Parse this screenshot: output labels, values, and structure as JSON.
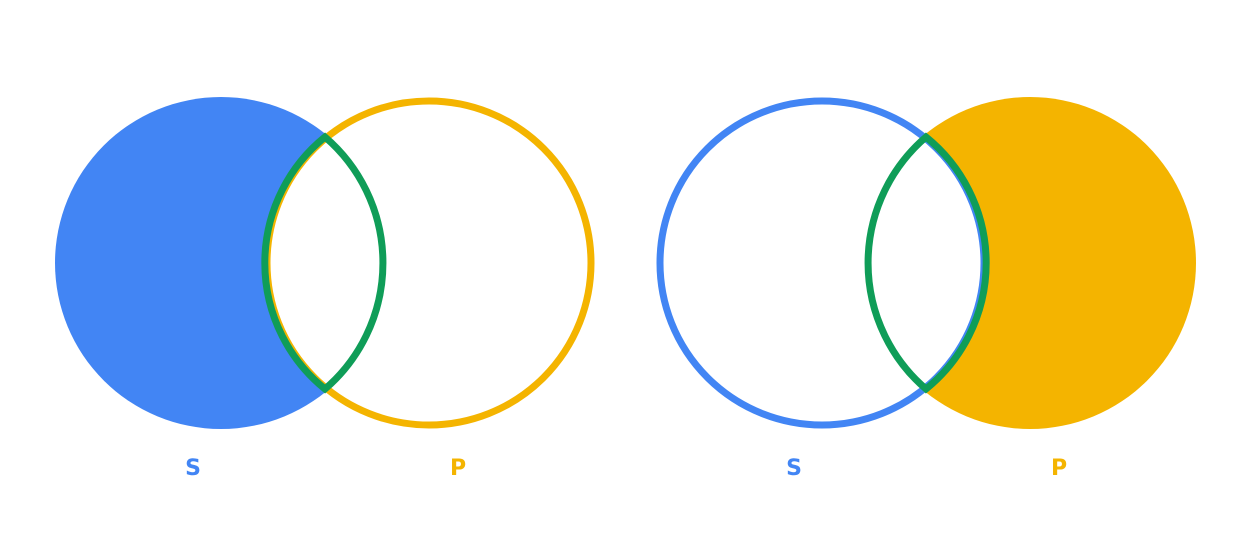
{
  "colors": {
    "s_color": "#4285F4",
    "p_color": "#F4B400",
    "intersection_color": "#0F9D58",
    "background": "#FFFFFF"
  },
  "diagrams": [
    {
      "shaded_set": "S",
      "left_label": "S",
      "right_label": "P"
    },
    {
      "shaded_set": "P",
      "left_label": "S",
      "right_label": "P"
    }
  ]
}
